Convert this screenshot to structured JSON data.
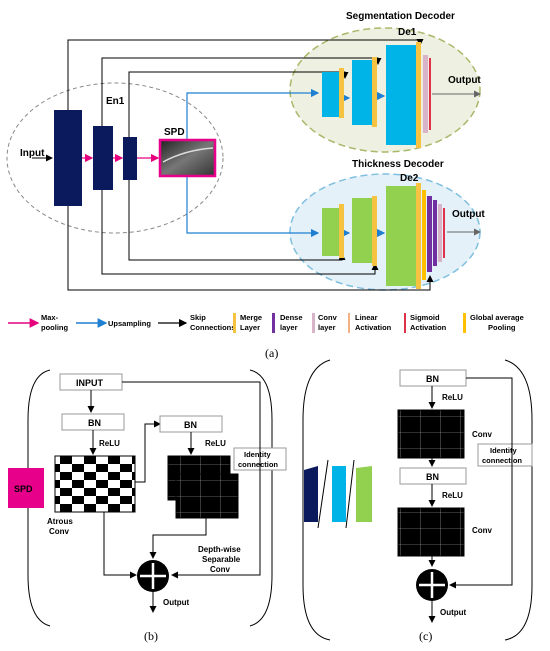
{
  "panel_a": {
    "input": "Input",
    "en1": "En1",
    "spd": "SPD",
    "seg_decoder_title": "Segmentation Decoder",
    "de1": "De1",
    "output_top": "Output",
    "thick_decoder_title": "Thickness Decoder",
    "de2": "De2",
    "output_bottom": "Output",
    "caption": "(a)"
  },
  "legend": {
    "maxpool_l1": "Max-",
    "maxpool_l2": "pooling",
    "upsampling": "Upsampling",
    "skip_l1": "Skip",
    "skip_l2": "Connections",
    "merge_l1": "Merge",
    "merge_l2": "Layer",
    "dense_l1": "Dense",
    "dense_l2": "layer",
    "conv_l1": "Conv",
    "conv_l2": "layer",
    "linear_l1": "Linear",
    "linear_l2": "Activation",
    "sigmoid_l1": "Sigmoid",
    "sigmoid_l2": "Activation",
    "gap_l1": "Global average",
    "gap_l2": "Pooling"
  },
  "panel_b": {
    "input": "INPUT",
    "bn1": "BN",
    "relu1": "ReLU",
    "atrous_l1": "Atrous",
    "atrous_l2": "Conv",
    "bn2": "BN",
    "relu2": "ReLU",
    "identity_l1": "Identity",
    "identity_l2": "connection",
    "dw_l1": "Depth-wise",
    "dw_l2": "Separable",
    "dw_l3": "Conv",
    "output": "Output",
    "spd": "SPD",
    "caption": "(b)"
  },
  "panel_c": {
    "bn1": "BN",
    "relu1": "ReLU",
    "conv1": "Conv",
    "identity_l1": "Identity",
    "identity_l2": "connection",
    "bn2": "BN",
    "relu2": "ReLU",
    "conv2": "Conv",
    "output": "Output",
    "caption": "(c)"
  },
  "colors": {
    "navy": "#0a1a5c",
    "cyan": "#00b4e8",
    "green": "#92d050",
    "merge_yellow": "#f5c242",
    "dense_purple": "#7030a0",
    "conv_pink": "#d9b3c7",
    "linear_orange": "#f4b183",
    "sigmoid_red": "#e0314a",
    "gap_yellow": "#ffc000",
    "magenta": "#e6008a",
    "blue_arrow": "#1f7fd1",
    "pink_arrow": "#e6007e"
  }
}
